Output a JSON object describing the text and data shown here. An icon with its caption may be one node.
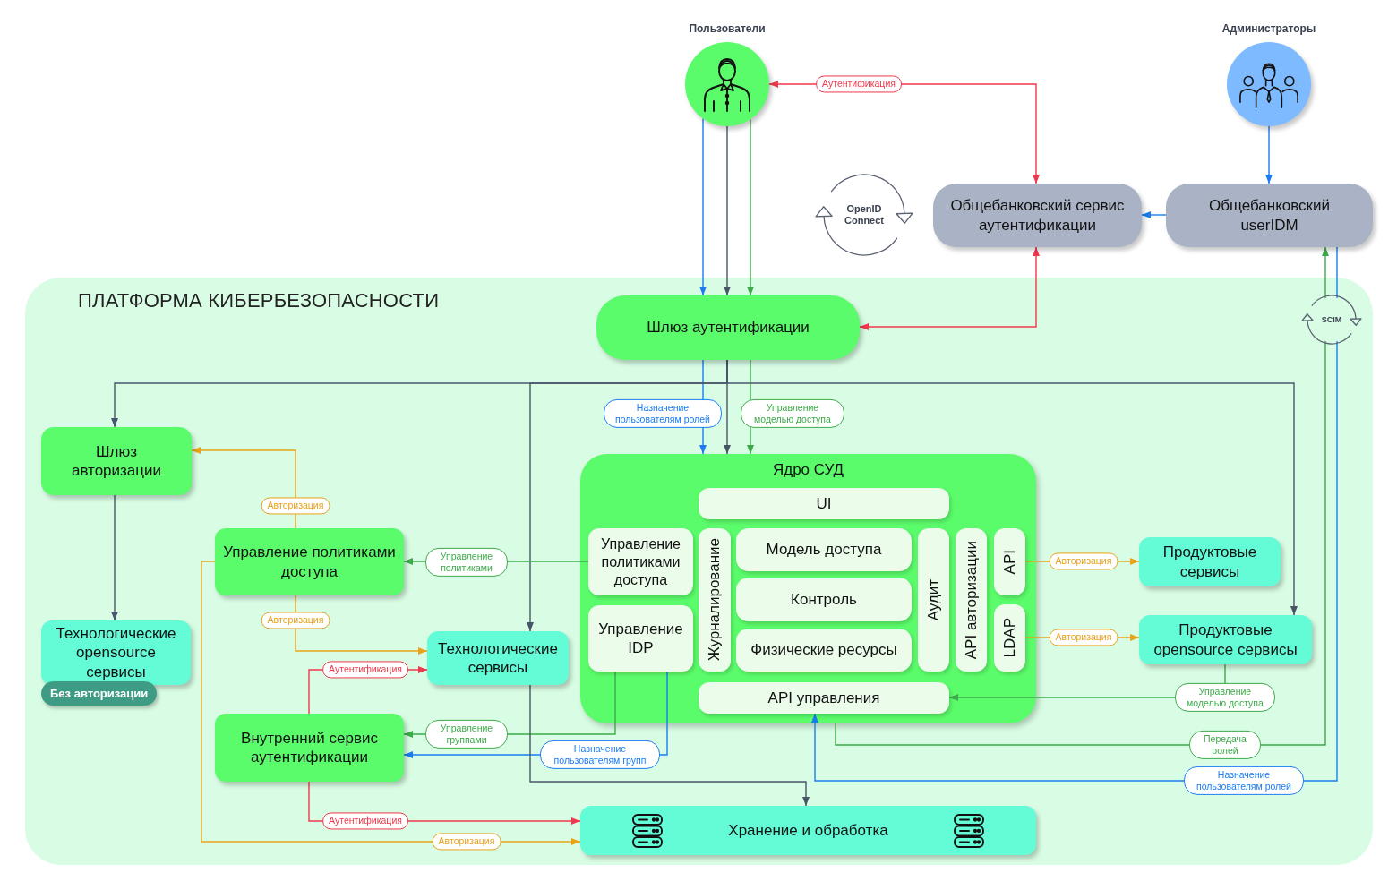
{
  "diagram": {
    "nodes": [
      {
        "text": [
          "Пользователи"
        ]
      },
      {
        "text": [
          "Администраторы"
        ]
      },
      {
        "text": [
          "Общебанковский сервис аутентификации"
        ]
      },
      {
        "text": [
          "Общебанковский userIDM"
        ]
      },
      {
        "text": [
          "ПЛАТФОРМА КИБЕРБЕЗОПАСНОСТИ"
        ]
      },
      {
        "text": [
          "Шлюз аутентификации"
        ],
        "in": 4
      },
      {
        "text": [
          "Шлюз авторизации"
        ],
        "in": 4
      },
      {
        "text": [
          "Управление политиками доступа"
        ],
        "in": 4
      },
      {
        "text": [
          "Технологические opensource сервисы",
          "Без авторизации"
        ],
        "in": 4
      },
      {
        "text": [
          "Технологические сервисы"
        ],
        "in": 4
      },
      {
        "text": [
          "Внутренний сервис аутентификации"
        ],
        "in": 4
      },
      {
        "text": [
          "Ядро СУД"
        ],
        "in": 4
      },
      {
        "text": [
          "UI"
        ],
        "in": 11
      },
      {
        "text": [
          "Управление политиками доступа"
        ],
        "in": 11
      },
      {
        "text": [
          "Управление IDP"
        ],
        "in": 11
      },
      {
        "text": [
          "Журналирование"
        ],
        "in": 11
      },
      {
        "text": [
          "Модель доступа"
        ],
        "in": 11
      },
      {
        "text": [
          "Контроль"
        ],
        "in": 11
      },
      {
        "text": [
          "Физические ресурсы"
        ],
        "in": 11
      },
      {
        "text": [
          "Аудит"
        ],
        "in": 11
      },
      {
        "text": [
          "API авторизации"
        ],
        "in": 11
      },
      {
        "text": [
          "API"
        ],
        "in": 11
      },
      {
        "text": [
          "LDAP"
        ],
        "in": 11
      },
      {
        "text": [
          "API управления"
        ],
        "in": 11
      },
      {
        "text": [
          "Продуктовые сервисы"
        ],
        "in": 4
      },
      {
        "text": [
          "Продуктовые opensource сервисы"
        ],
        "in": 4
      },
      {
        "text": [
          "Хранение и обработка"
        ],
        "in": 4
      }
    ],
    "edges": [
      {
        "from": 2,
        "to": 0,
        "arrow": "both",
        "label": "Аутентификация",
        "color": "#f0384c"
      },
      {
        "from": 2,
        "to": 5,
        "arrow": "both",
        "color": "#f0384c"
      },
      {
        "from": 1,
        "to": 3,
        "arrow": "to",
        "color": "#1b7cf2"
      },
      {
        "from": 3,
        "to": 2,
        "arrow": "to",
        "color": "#1b7cf2"
      },
      {
        "from": 0,
        "to": 5,
        "arrow": "to",
        "color": "#1b7cf2"
      },
      {
        "from": 0,
        "to": 5,
        "arrow": "to"
      },
      {
        "from": 0,
        "to": 5,
        "arrow": "to",
        "color": "#3daa4a"
      },
      {
        "from": 5,
        "to": 11,
        "arrow": "to",
        "label": "Назначение пользователям ролей",
        "color": "#1b7cf2"
      },
      {
        "from": 5,
        "to": 11,
        "arrow": "to"
      },
      {
        "from": 5,
        "to": 11,
        "arrow": "to",
        "label": "Управление моделью доступа",
        "color": "#3daa4a"
      },
      {
        "from": 5,
        "to": 6,
        "arrow": "to"
      },
      {
        "from": 5,
        "to": 9,
        "arrow": "to"
      },
      {
        "from": 5,
        "to": 25,
        "arrow": "to"
      },
      {
        "from": 6,
        "to": 8,
        "arrow": "to"
      },
      {
        "from": 7,
        "to": 6,
        "arrow": "to",
        "label": "Авторизация",
        "color": "#e9a21a"
      },
      {
        "from": 13,
        "to": 7,
        "arrow": "to",
        "label": "Управление политиками",
        "color": "#3daa4a"
      },
      {
        "from": 7,
        "to": 9,
        "arrow": "to",
        "label": "Авторизация",
        "color": "#e9a21a"
      },
      {
        "from": 10,
        "to": 9,
        "arrow": "to",
        "label": "Аутентификация",
        "color": "#f0384c"
      },
      {
        "from": 14,
        "to": 10,
        "arrow": "to",
        "label": "Управление группами",
        "color": "#3daa4a"
      },
      {
        "from": 14,
        "to": 10,
        "arrow": "to",
        "label": "Назначение пользователям групп",
        "color": "#1b7cf2"
      },
      {
        "from": 9,
        "to": 26,
        "arrow": "to"
      },
      {
        "from": 10,
        "to": 26,
        "arrow": "to",
        "label": "Аутентификация",
        "color": "#f0384c"
      },
      {
        "from": 7,
        "to": 26,
        "arrow": "to",
        "label": "Авторизация",
        "color": "#e9a21a"
      },
      {
        "from": 21,
        "to": 24,
        "arrow": "to",
        "label": "Авторизация",
        "color": "#e9a21a"
      },
      {
        "from": 22,
        "to": 25,
        "arrow": "to",
        "label": "Авторизация",
        "color": "#e9a21a"
      },
      {
        "from": 25,
        "to": 23,
        "arrow": "to",
        "label": "Управление моделью доступа",
        "color": "#3daa4a"
      },
      {
        "from": 11,
        "to": 3,
        "arrow": "to",
        "label": "Передача ролей",
        "color": "#3daa4a"
      },
      {
        "from": 3,
        "to": 23,
        "arrow": "to",
        "label": "Назначение пользователям ролей",
        "color": "#1b7cf2"
      }
    ],
    "labels": [
      "OpenID Connect",
      "SCIM"
    ]
  }
}
